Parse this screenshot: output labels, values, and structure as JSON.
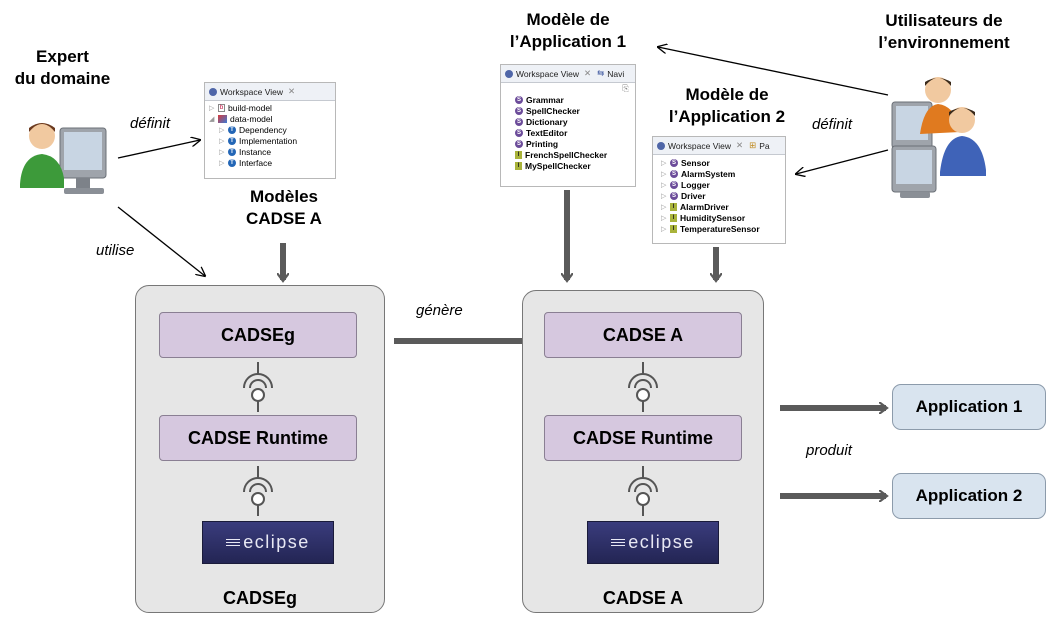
{
  "actors": {
    "expert": "Expert\ndu domaine",
    "users": "Utilisateurs de\nl’environnement"
  },
  "edges": {
    "definit_left": "définit",
    "utilise": "utilise",
    "genere": "génère",
    "definit_right": "définit",
    "produit": "produit"
  },
  "models": {
    "cadse_a_models": "Modèles\nCADSE A",
    "app1_model": "Modèle de\nl’Application 1",
    "app2_model": "Modèle de\nl’Application 2"
  },
  "workspace_view_title": "Workspace View",
  "panel_left": {
    "tabs": [
      "Workspace View"
    ],
    "items": [
      {
        "label": "build-model",
        "icon": "b",
        "indent": 0
      },
      {
        "label": "data-model",
        "icon": "c",
        "indent": 0
      },
      {
        "label": "Dependency",
        "icon": "t",
        "indent": 1
      },
      {
        "label": "Implementation",
        "icon": "t",
        "indent": 1
      },
      {
        "label": "Instance",
        "icon": "t",
        "indent": 1
      },
      {
        "label": "Interface",
        "icon": "t",
        "indent": 1
      }
    ]
  },
  "panel_app1": {
    "tabs": [
      "Workspace View",
      "Navi"
    ],
    "items": [
      {
        "label": "Grammar",
        "icon": "s"
      },
      {
        "label": "SpellChecker",
        "icon": "s"
      },
      {
        "label": "Dictionary",
        "icon": "s"
      },
      {
        "label": "TextEditor",
        "icon": "s"
      },
      {
        "label": "Printing",
        "icon": "s"
      },
      {
        "label": "FrenchSpellChecker",
        "icon": "i"
      },
      {
        "label": "MySpellChecker",
        "icon": "i"
      }
    ]
  },
  "panel_app2": {
    "tabs": [
      "Workspace View",
      "Pa"
    ],
    "items": [
      {
        "label": "Sensor",
        "icon": "s"
      },
      {
        "label": "AlarmSystem",
        "icon": "s"
      },
      {
        "label": "Logger",
        "icon": "s"
      },
      {
        "label": "Driver",
        "icon": "s"
      },
      {
        "label": "AlarmDriver",
        "icon": "i"
      },
      {
        "label": "HumiditySensor",
        "icon": "i"
      },
      {
        "label": "TemperatureSensor",
        "icon": "i"
      }
    ]
  },
  "left_stack": {
    "top": "CADSEg",
    "middle": "CADSE Runtime",
    "platform": "eclipse",
    "title": "CADSEg"
  },
  "right_stack": {
    "top": "CADSE A",
    "middle": "CADSE Runtime",
    "platform": "eclipse",
    "title": "CADSE A"
  },
  "applications": [
    "Application 1",
    "Application 2"
  ],
  "colors": {
    "container_fill": "#e6e6e6",
    "component_fill": "#d6c8df",
    "application_fill": "#d9e4ef",
    "arrow_gray": "#5a5a5a",
    "eclipse_bg": "#2c2e66"
  }
}
